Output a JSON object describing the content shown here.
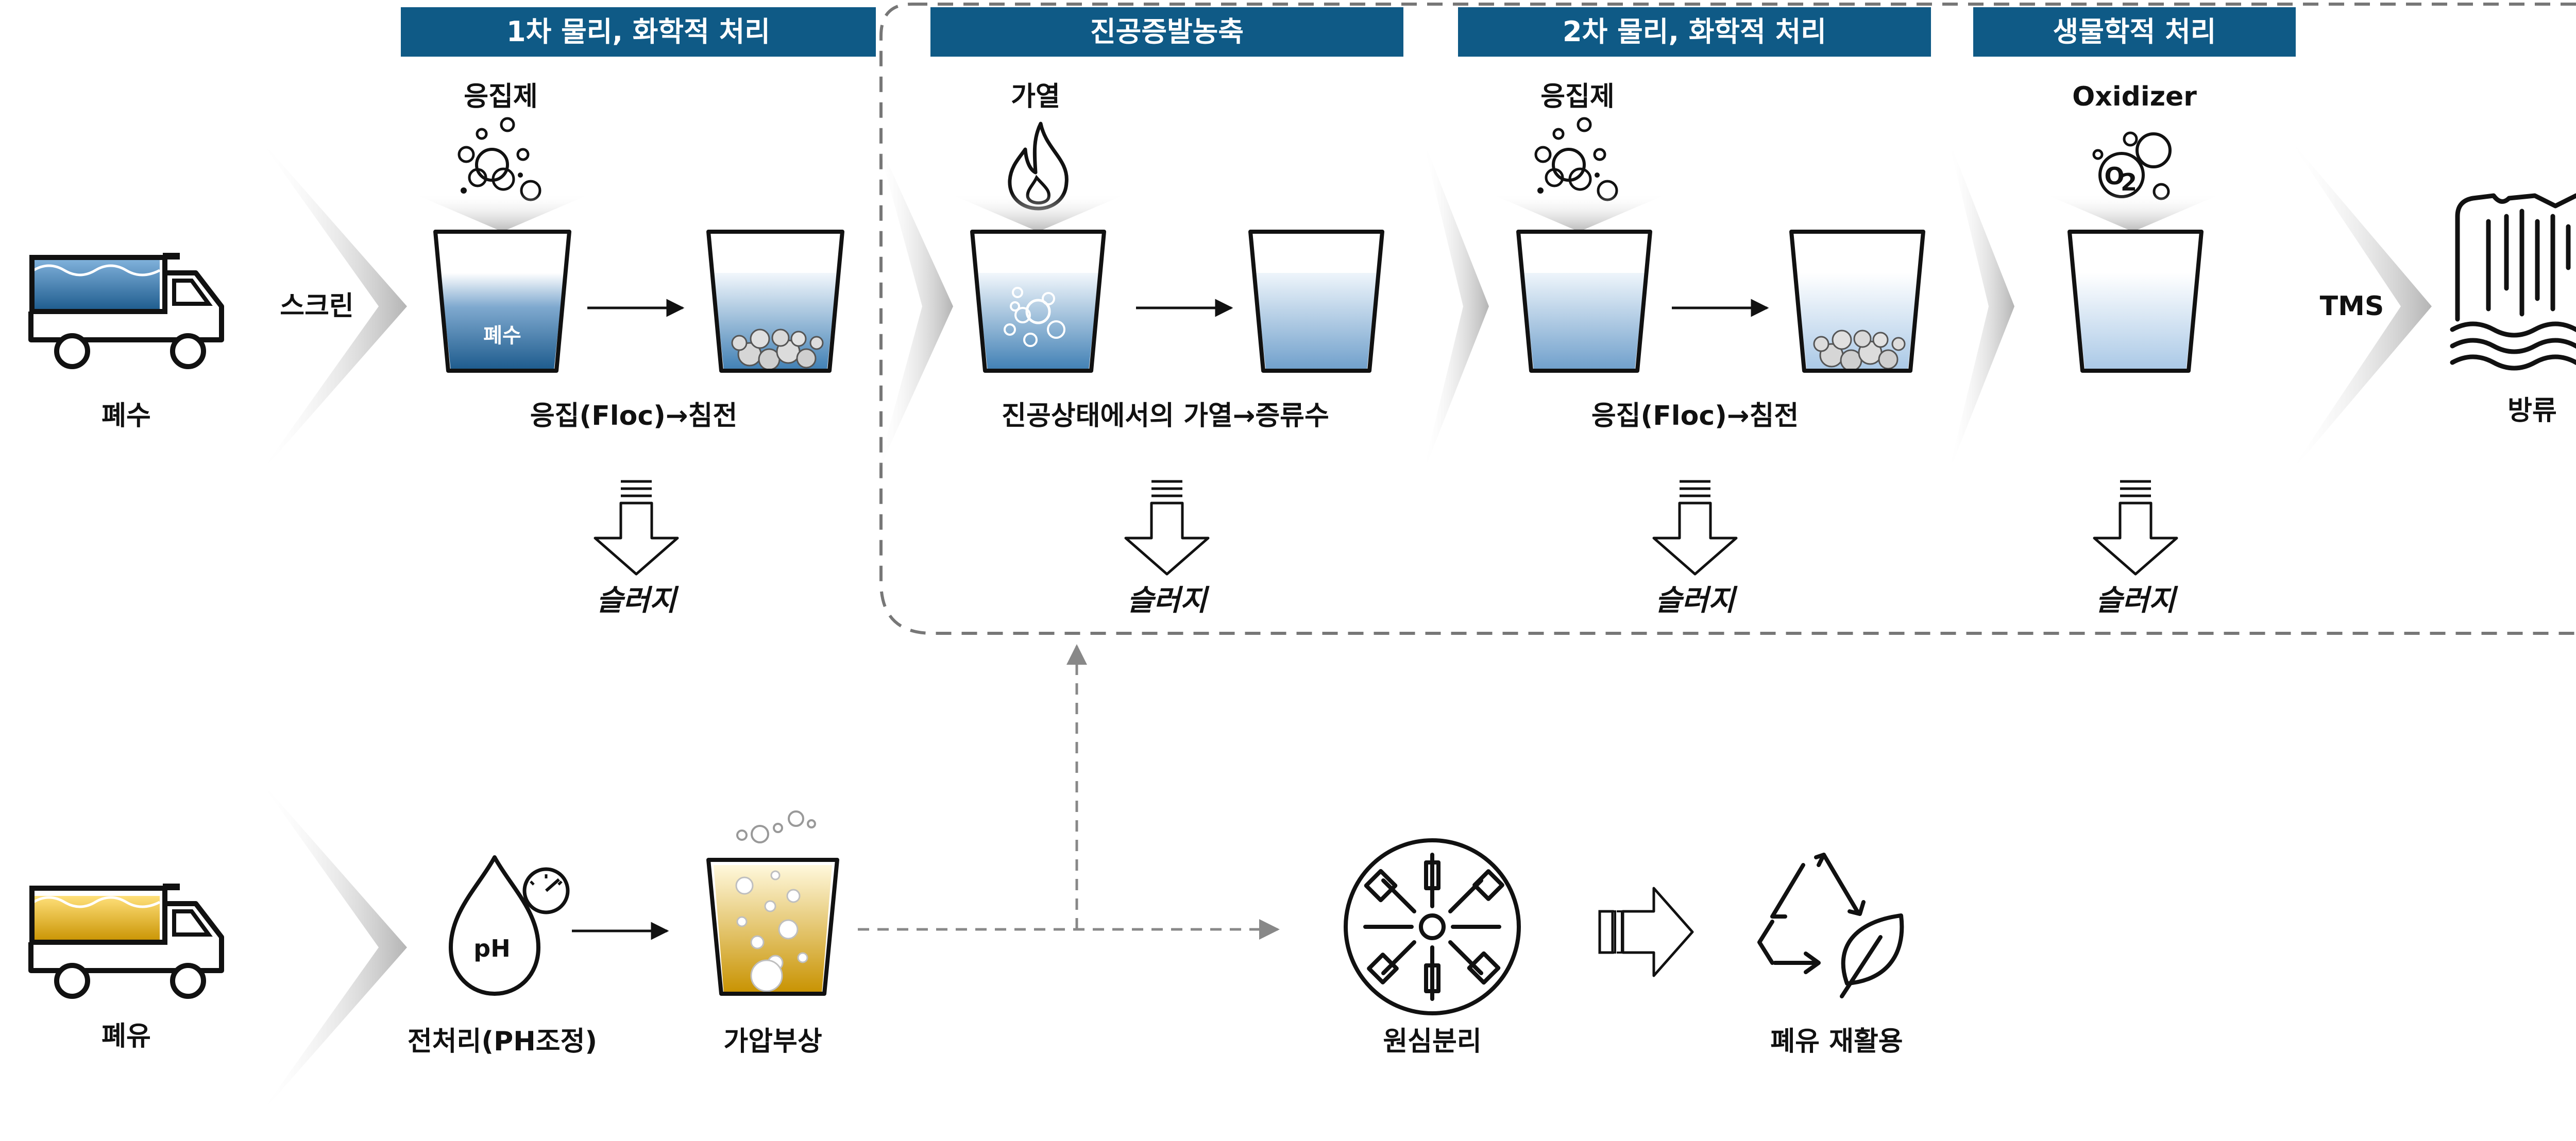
{
  "stages": {
    "stage1": "1차 물리, 화학적 처리",
    "stage2": "진공증발농축",
    "stage3": "2차 물리, 화학적 처리",
    "stage4": "생물학적 처리"
  },
  "top": {
    "source": "폐수",
    "screen": "스크린",
    "coagulant1": "응집제",
    "cup_label": "폐수",
    "floc1": "응집(Floc)→침전",
    "sludge1": "슬러지",
    "heating": "가열",
    "vacuum_desc": "진공상태에서의 가열→증류수",
    "sludge2": "슬러지",
    "coagulant2": "응집제",
    "floc2": "응집(Floc)→침전",
    "sludge3": "슬러지",
    "oxidizer": "Oxidizer",
    "o2": "O",
    "o2_sub": "2",
    "sludge4": "슬러지",
    "tms": "TMS",
    "discharge": "방류"
  },
  "bottom": {
    "source": "폐유",
    "ph_text": "pH",
    "pretreat": "전처리(PH조정)",
    "flotation": "가압부상",
    "centrifuge": "원심분리",
    "recycle": "폐유 재활용"
  },
  "colors": {
    "header_bg": "#0f5a86",
    "water_dark": "#1c5a8c",
    "water_light": "#dbe9f6",
    "oil_dark": "#c89200",
    "oil_light": "#fff4c8",
    "dashed": "#777777"
  }
}
